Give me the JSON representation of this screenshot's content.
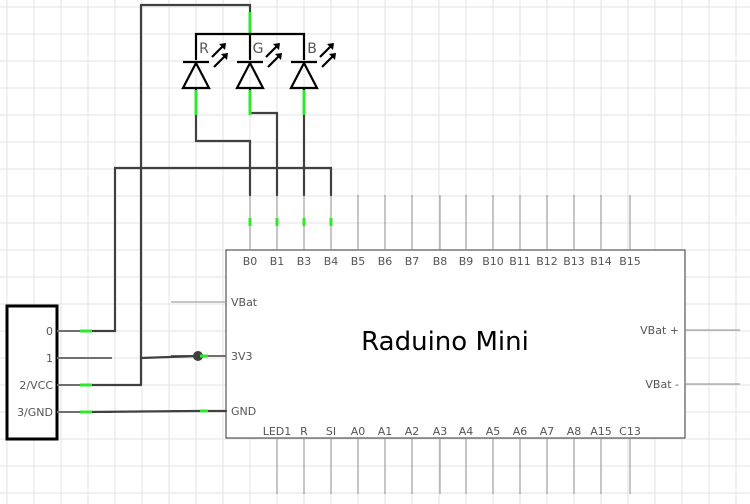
{
  "board": {
    "title": "Raduino Mini",
    "top_pins": [
      "B0",
      "B1",
      "B3",
      "B4",
      "B5",
      "B6",
      "B7",
      "B8",
      "B9",
      "B10",
      "B11",
      "B12",
      "B13",
      "B14",
      "B15"
    ],
    "bottom_pins": [
      "LED1",
      "R",
      "SI",
      "A0",
      "A1",
      "A2",
      "A3",
      "A4",
      "A5",
      "A6",
      "A7",
      "A8",
      "A15",
      "C13"
    ],
    "left_pins": [
      "VBat",
      "3V3",
      "GND"
    ],
    "right_pins": [
      "VBat +",
      "VBat -"
    ]
  },
  "connector": {
    "pins": [
      "0",
      "1",
      "2/VCC",
      "3/GND"
    ]
  },
  "leds": {
    "labels": [
      "R",
      "G",
      "B"
    ]
  },
  "colors": {
    "wire": "#404040",
    "pin_end": "#2ee82e",
    "led": "#000000",
    "grid": "#e3e3e3"
  }
}
